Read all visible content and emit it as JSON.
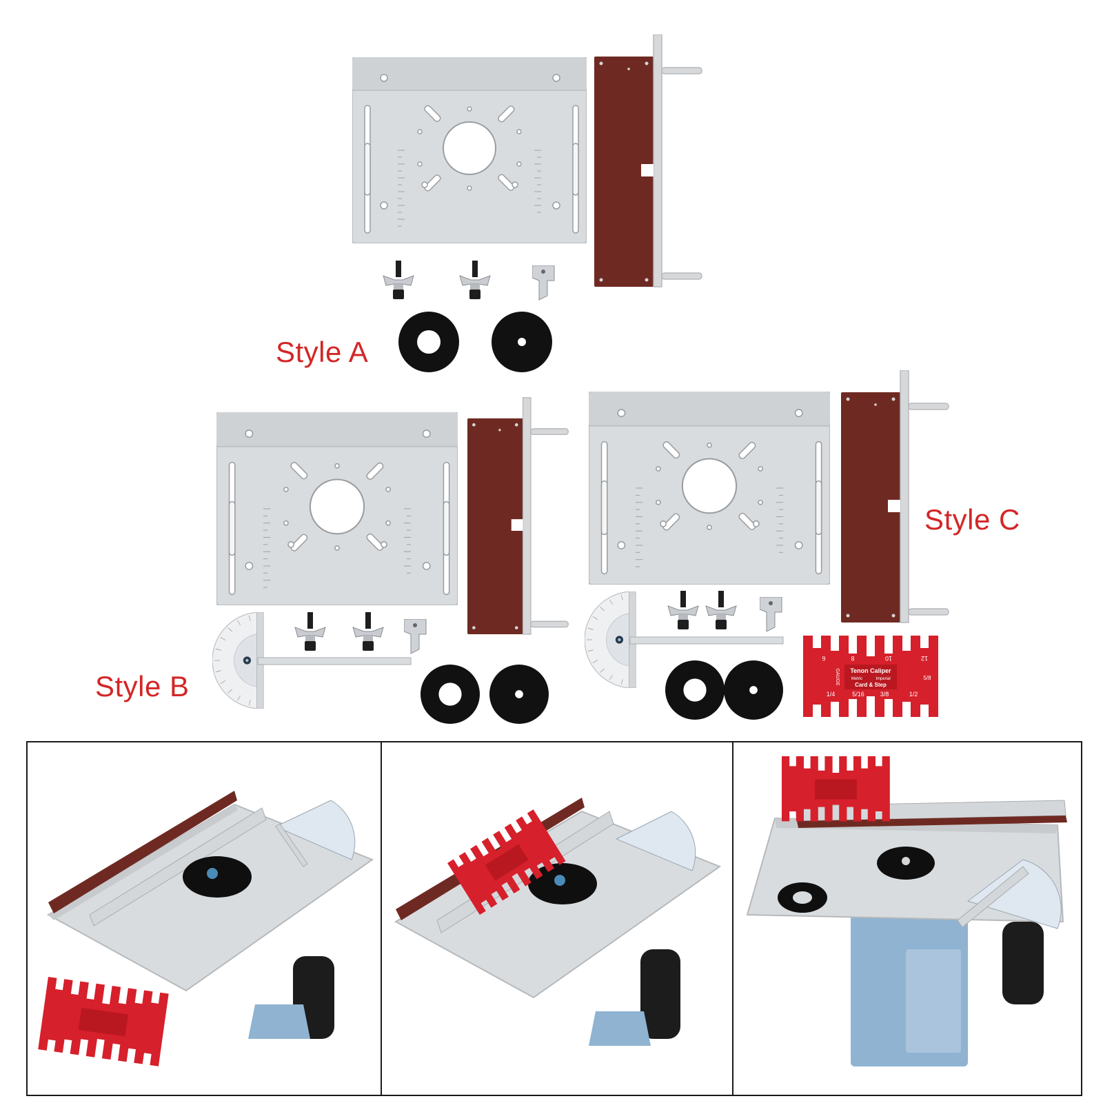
{
  "labels": {
    "style_a": "Style A",
    "style_b": "Style B",
    "style_c": "Style C"
  },
  "gauge": {
    "line1": "Tenon Caliper",
    "line2": "Metric",
    "line3": "Imperial",
    "line4": "Card & Step",
    "side": "GAUGE",
    "frac_a": "1/4",
    "frac_b": "5/16",
    "frac_c": "3/8",
    "frac_d": "1/2",
    "frac_e": "5/8",
    "num_a": "12",
    "num_b": "10",
    "num_c": "8",
    "num_d": "6"
  },
  "colors": {
    "label_red": "#d32626",
    "aluminum": "#d9dcdf",
    "fence_brown": "#6e2a22",
    "gauge_red": "#d6202b",
    "motor_blue": "#8fb3d1"
  }
}
